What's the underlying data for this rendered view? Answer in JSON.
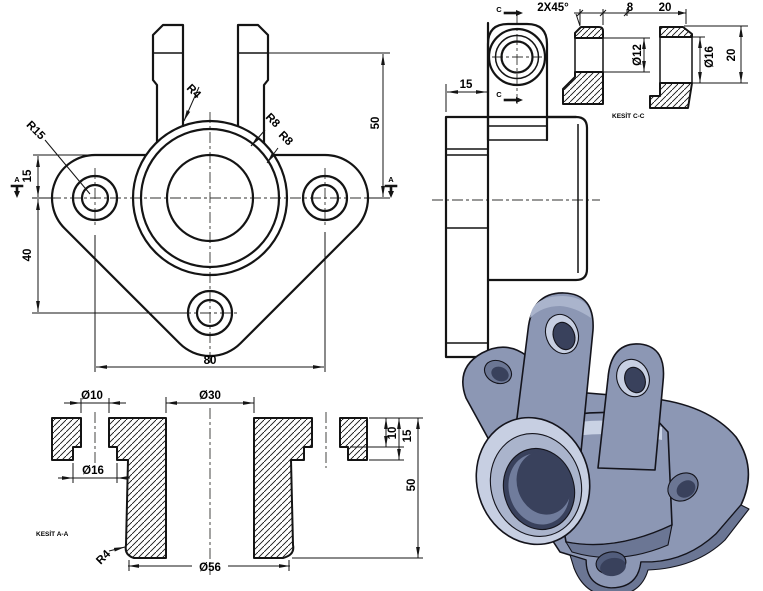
{
  "front": {
    "d50": "50",
    "d15": "15",
    "d40": "40",
    "d80": "80",
    "r4": "R4",
    "r8a": "R8",
    "r8b": "R8",
    "r15": "R15",
    "sec": "A"
  },
  "side": {
    "d15": "15",
    "sec": "C"
  },
  "cc": {
    "label": "KESİT C-C",
    "chamfer": "2X45°",
    "d8": "8",
    "d20": "20",
    "dia12": "Ø12",
    "dia16": "Ø16",
    "h20": "20"
  },
  "aa": {
    "label": "KESİT A-A",
    "dia10": "Ø10",
    "dia30": "Ø30",
    "dia16": "Ø16",
    "d10": "10",
    "d15": "15",
    "d50": "50",
    "dia56": "Ø56",
    "r4": "R4"
  },
  "iso": {
    "colors": {
      "body": "#8c97b4",
      "shadow": "#6b7694",
      "edge": "#525d7c",
      "face": "#c7cfe2",
      "step": "#aab4cc",
      "bore": "#39415c",
      "wall": "#707c9c",
      "highlight": "#c9d2e4"
    }
  }
}
